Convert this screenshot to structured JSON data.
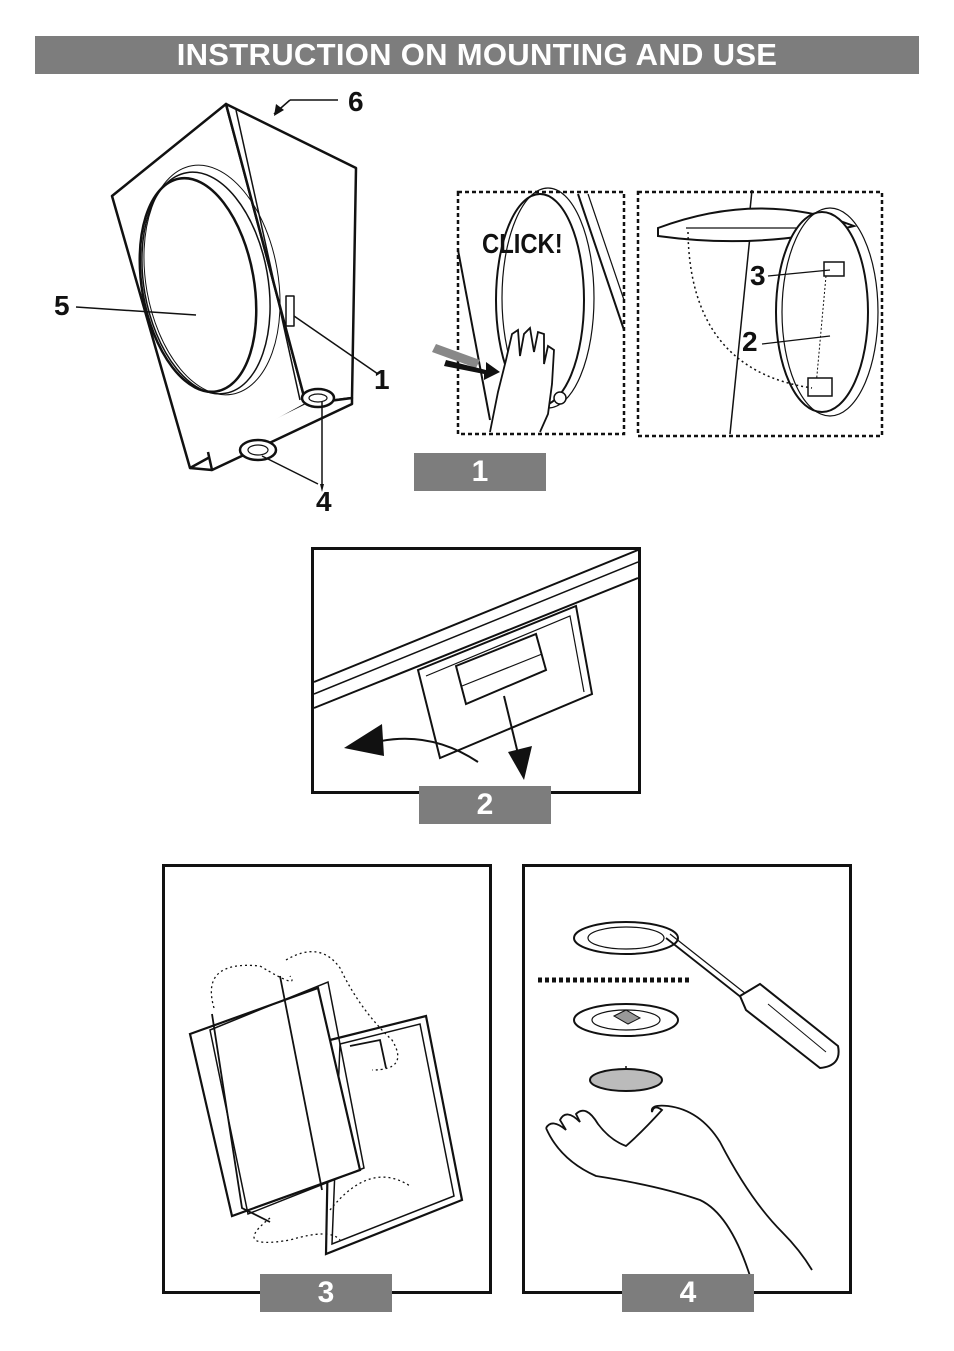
{
  "title": "INSTRUCTION ON MOUNTING AND USE",
  "callouts": {
    "c1": "1",
    "c2": "2",
    "c3": "3",
    "c4": "4",
    "c5": "5",
    "c6": "6",
    "click": "CLICK!"
  },
  "steps": [
    {
      "label": "1"
    },
    {
      "label": "2"
    },
    {
      "label": "3"
    },
    {
      "label": "4"
    }
  ]
}
